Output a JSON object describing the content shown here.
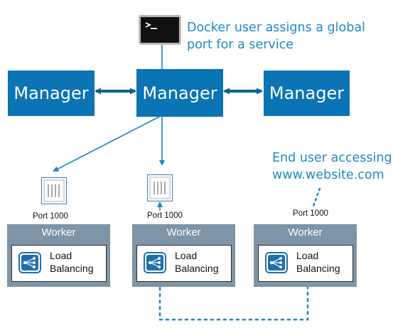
{
  "annotations": {
    "docker_user_line1": "Docker user assigns a global",
    "docker_user_line2": "port  for a service",
    "end_user_line1": "End user accessing",
    "end_user_line2": "www.website.com"
  },
  "managers": [
    {
      "label": "Manager"
    },
    {
      "label": "Manager"
    },
    {
      "label": "Manager"
    }
  ],
  "ports": [
    {
      "label": "Port 1000"
    },
    {
      "label": "Port 1000"
    },
    {
      "label": "Port 1000"
    }
  ],
  "workers": [
    {
      "title": "Worker",
      "service_line1": "Load",
      "service_line2": "Balancing"
    },
    {
      "title": "Worker",
      "service_line1": "Load",
      "service_line2": "Balancing"
    },
    {
      "title": "Worker",
      "service_line1": "Load",
      "service_line2": "Balancing"
    }
  ],
  "icons": {
    "terminal": "terminal-icon",
    "port": "port-icon",
    "load_balancer": "load-balancer-icon"
  },
  "colors": {
    "manager": "#0b74b5",
    "annotation_text": "#1f8ac4",
    "worker": "#7d95a6",
    "arrow": "#1f86c2",
    "dotted_path": "#1f86c2"
  }
}
